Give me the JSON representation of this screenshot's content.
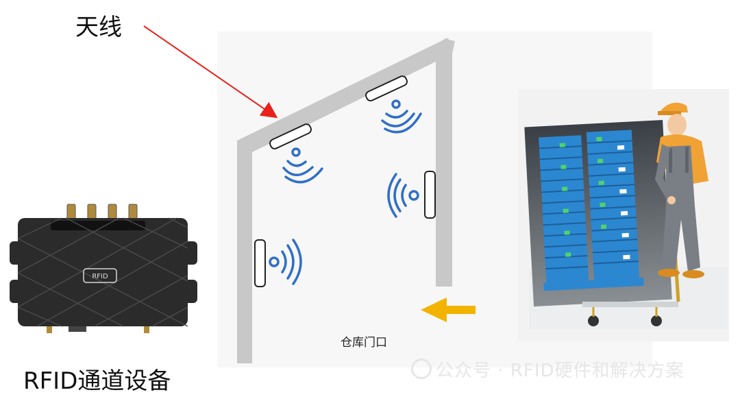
{
  "labels": {
    "antenna": "天线",
    "device": "RFID通道设备",
    "door": "仓库门口"
  },
  "device": {
    "logo_text": "RFID"
  },
  "watermark": {
    "text": "公众号 · RFID硬件和解决方案"
  },
  "colors": {
    "wall": "#c8c8c8",
    "wave": "#2f6fc7",
    "arrow_pointer": "#e8221b",
    "arrow_entry": "#f2b400",
    "device_body": "#2b2b2b",
    "crate": "#2c87d1",
    "worker_shirt": "#f0a234",
    "worker_overall": "#7a7f86"
  },
  "icons": {
    "antenna": "antenna-icon",
    "signal": "signal-wave-icon",
    "entry_arrow": "entry-arrow-icon",
    "device": "rfid-reader-icon",
    "worker": "worker-icon",
    "crates": "crate-stack-icon"
  }
}
